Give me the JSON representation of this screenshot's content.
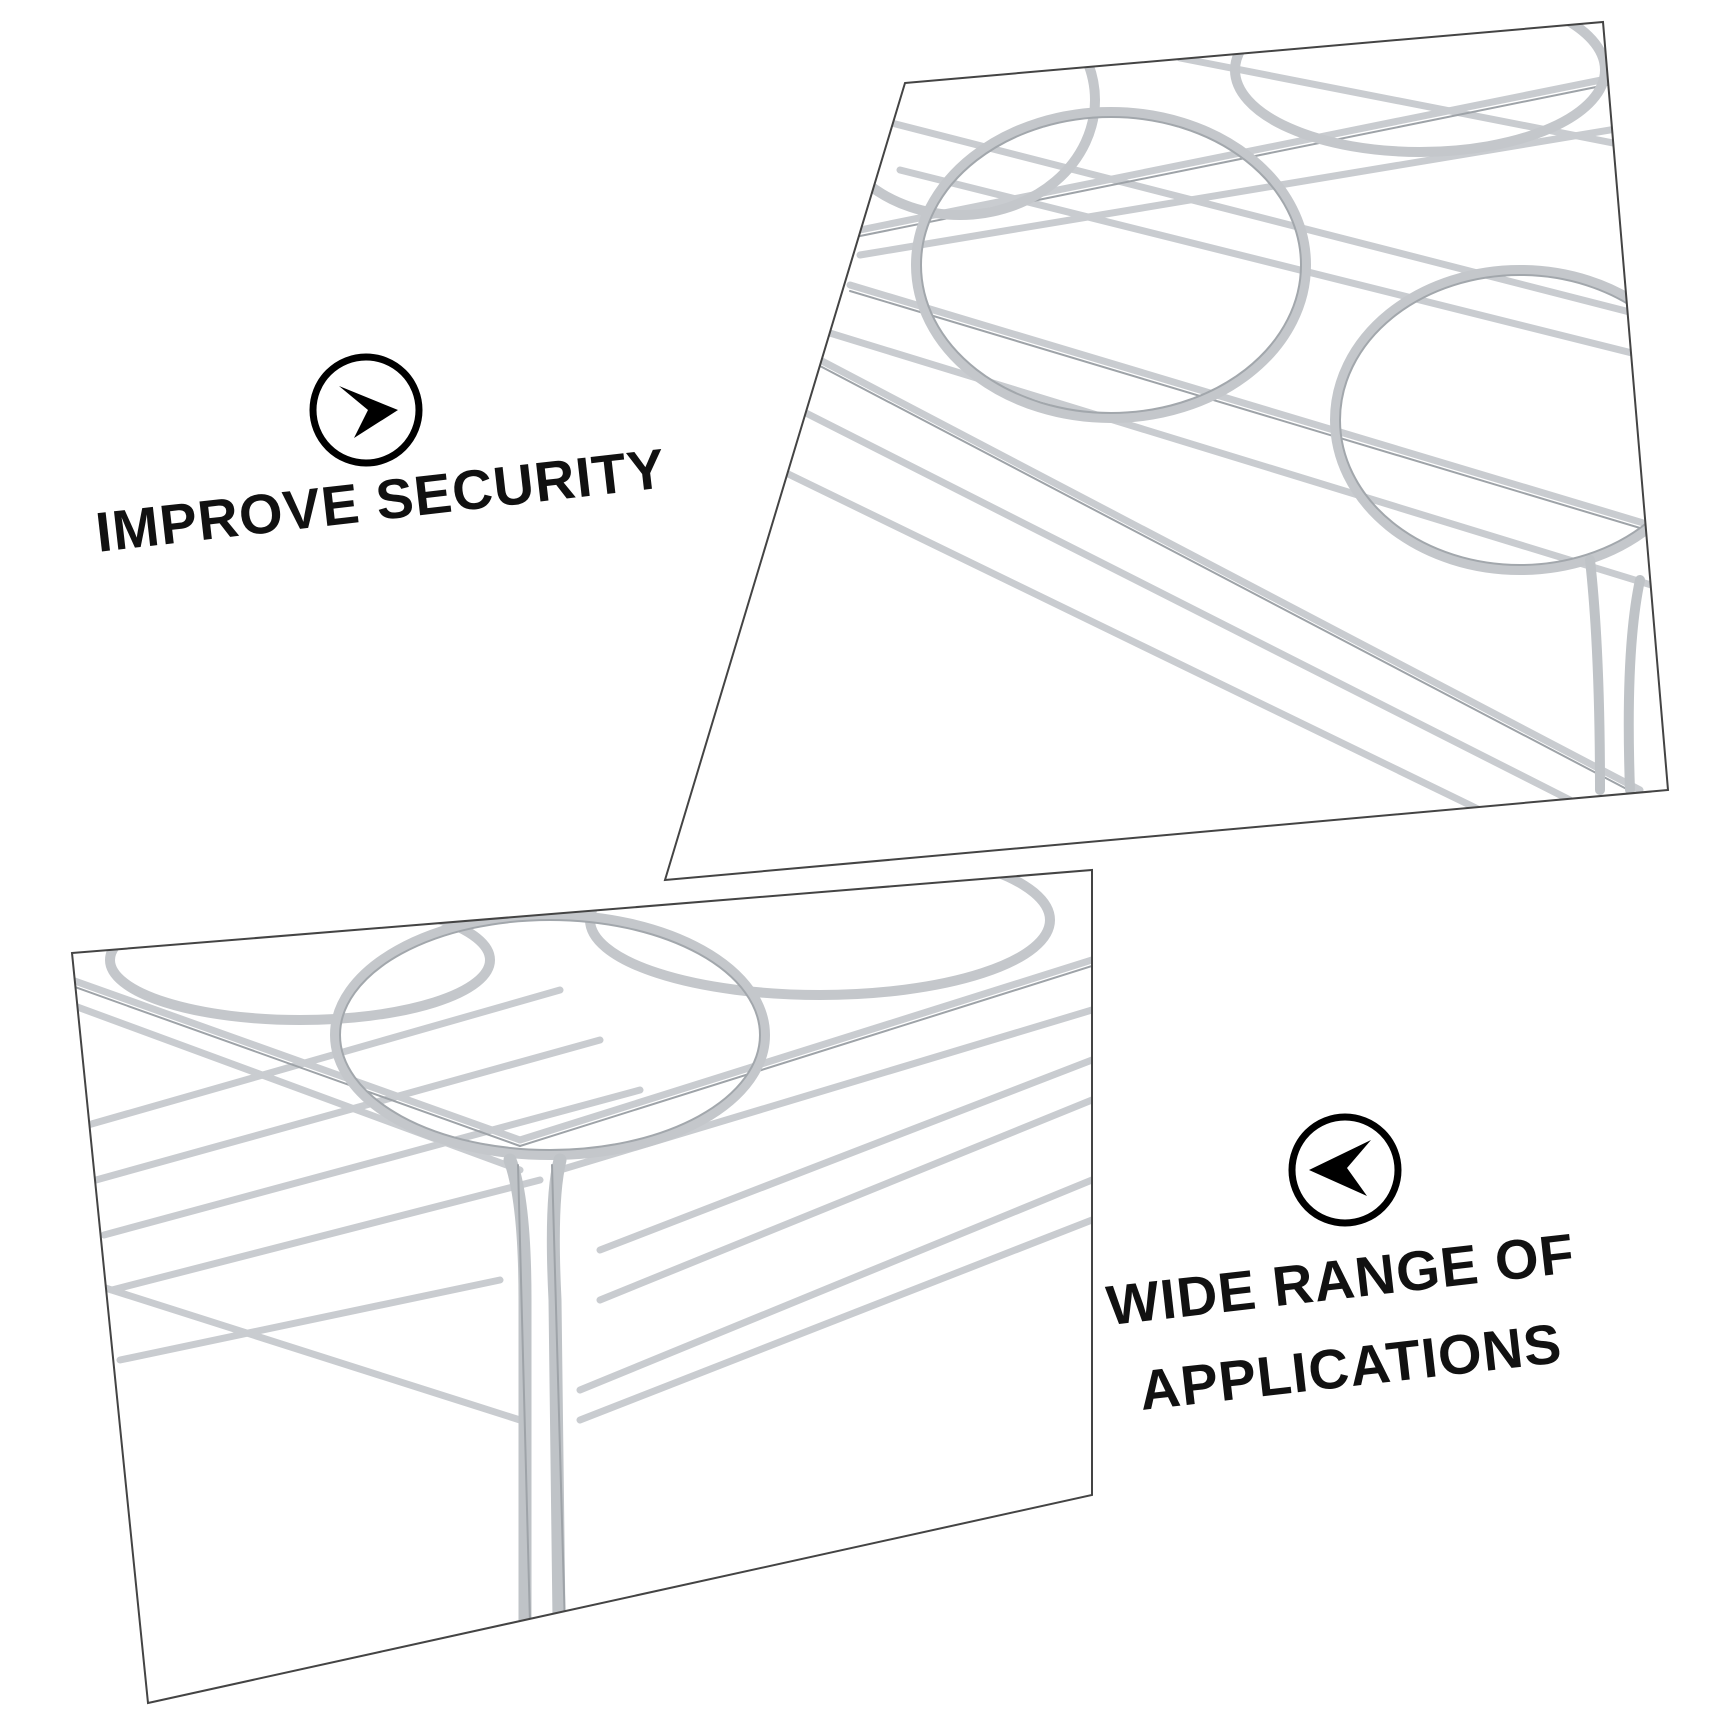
{
  "features": [
    {
      "icon": "arrow-right-circle-icon",
      "label": "IMPROVE SECURITY"
    },
    {
      "icon": "arrow-left-circle-icon",
      "label_line1": "WIDE RANGE OF",
      "label_line2": "APPLICATIONS"
    }
  ],
  "colors": {
    "background": "#ffffff",
    "text": "#111111",
    "panel_border": "#444444",
    "wire": "#c9ccd0",
    "wire_shadow": "#9ea3a8"
  }
}
